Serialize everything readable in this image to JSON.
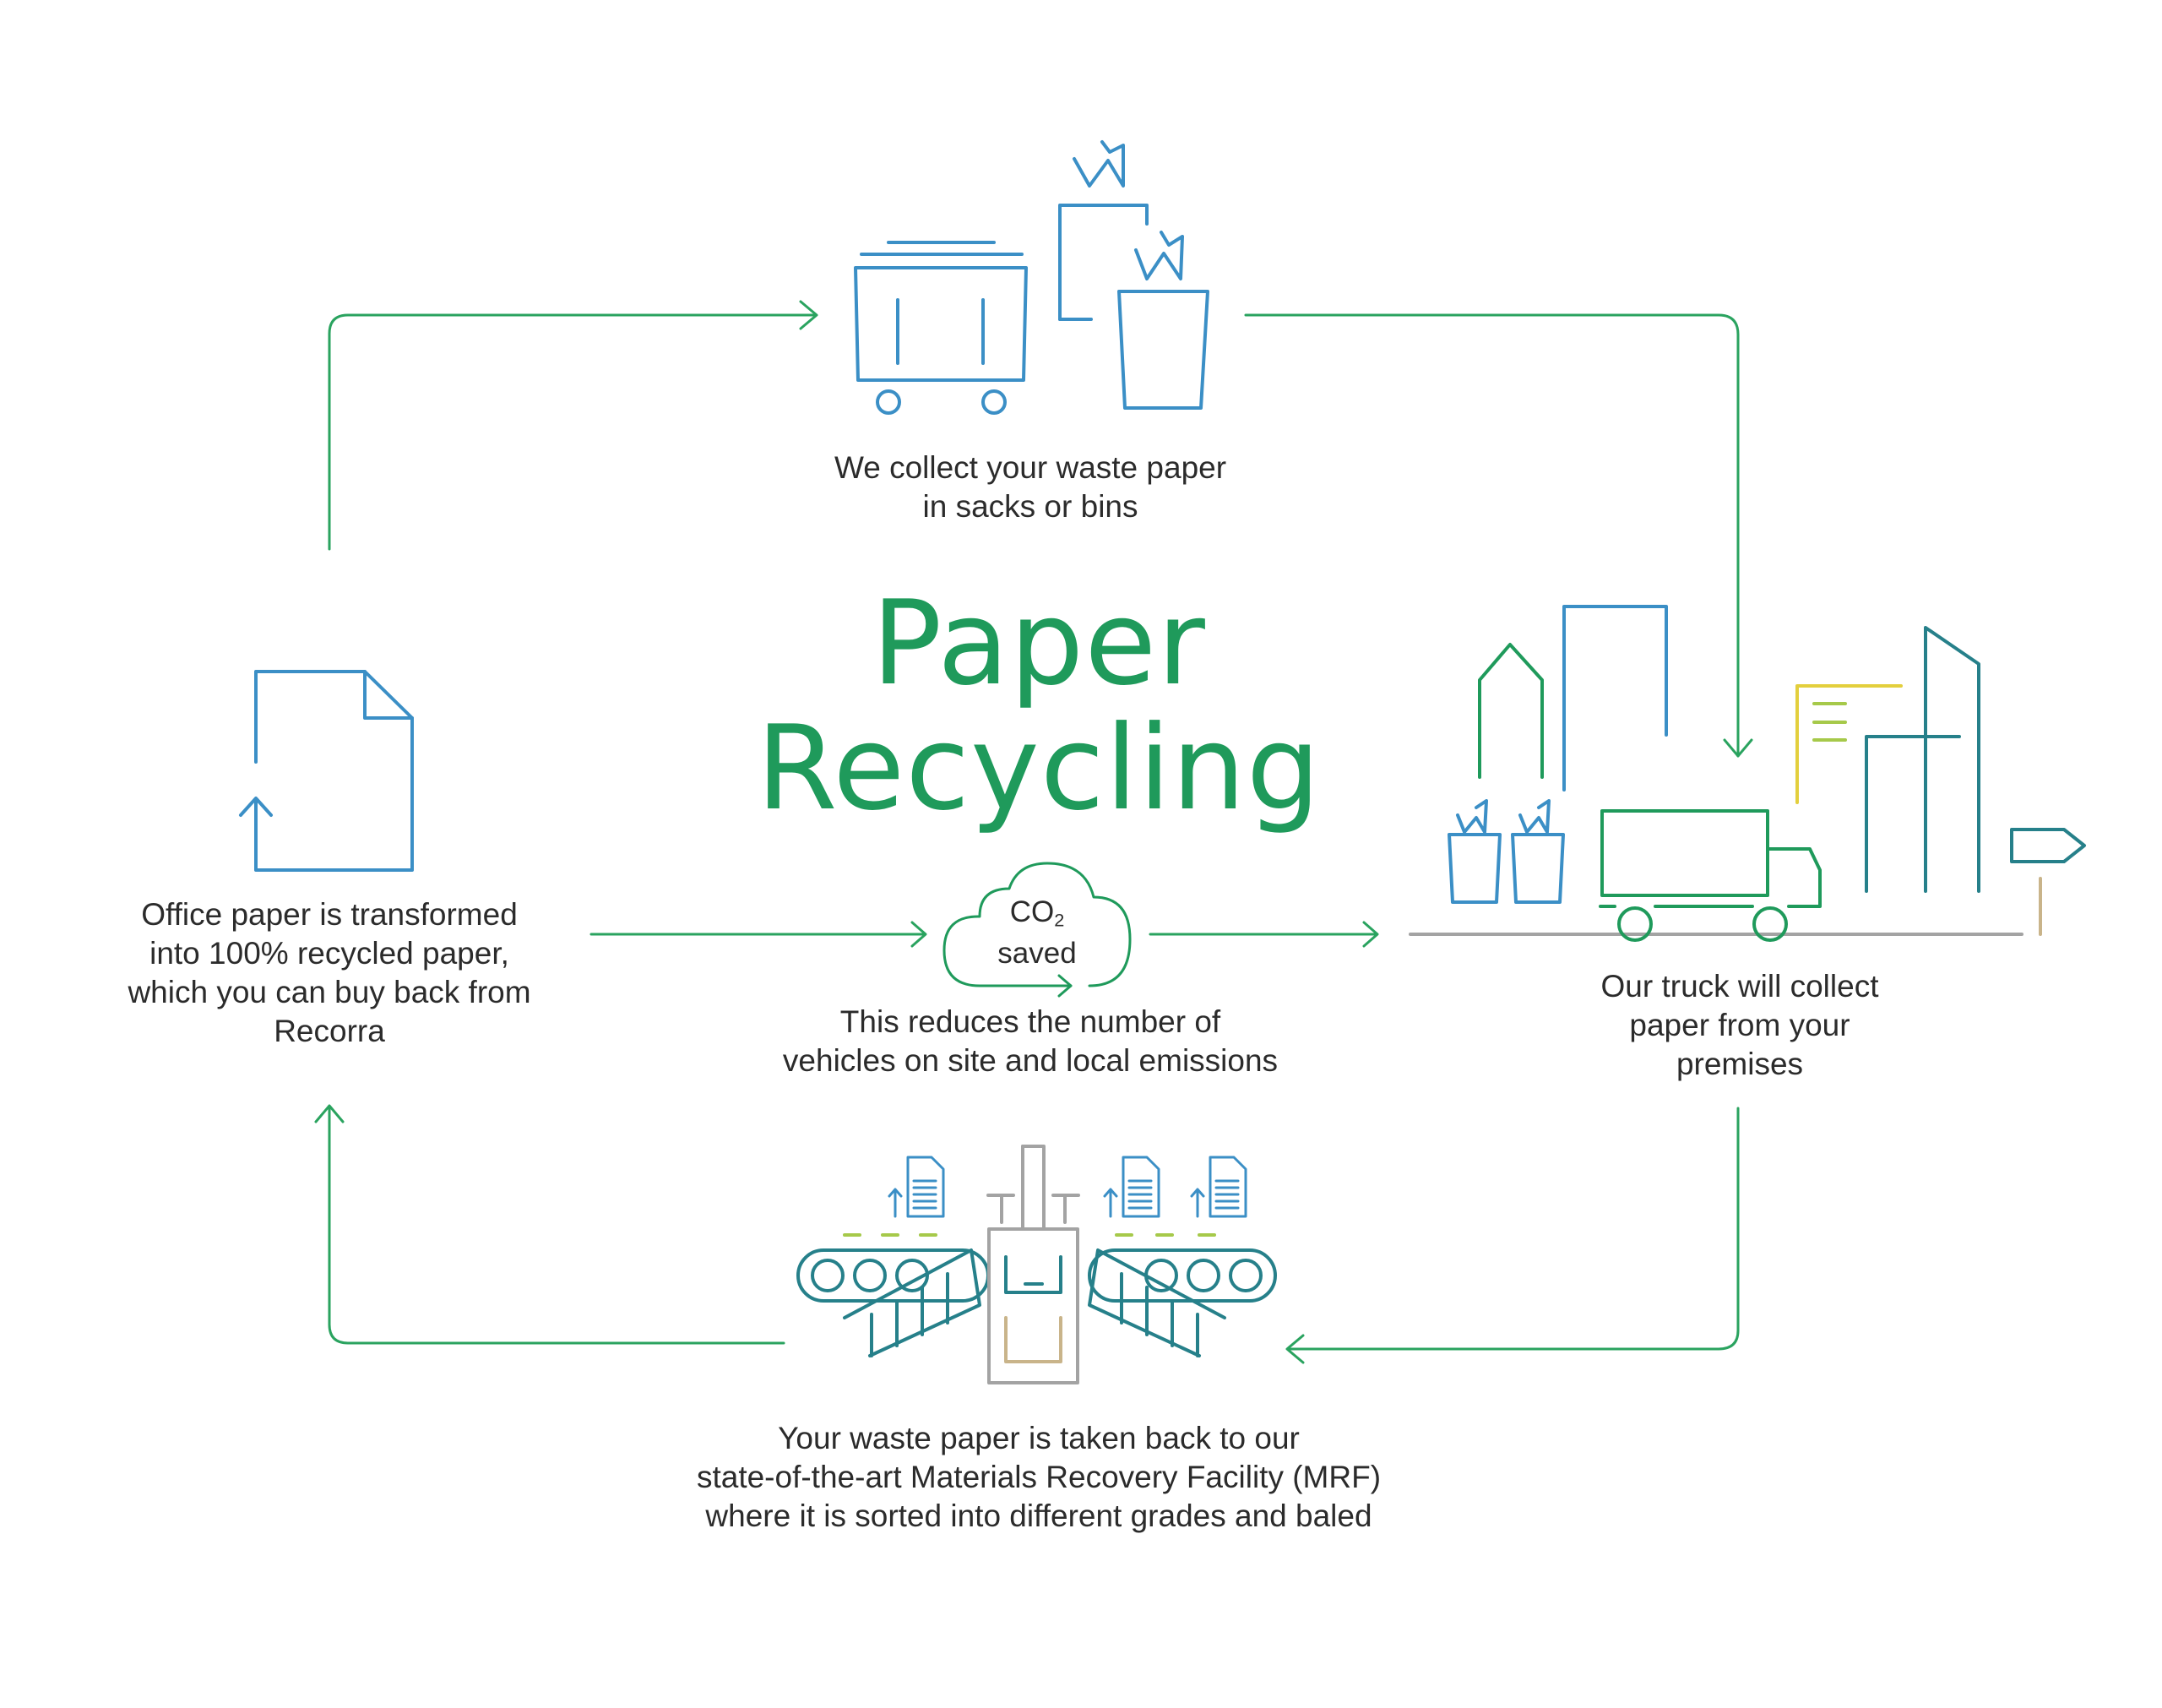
{
  "title": {
    "line1": "Paper",
    "line2": "Recycling"
  },
  "steps": {
    "collect": {
      "line1": "We collect your waste paper",
      "line2": "in sacks or bins"
    },
    "truck": {
      "line1": "Our truck will collect",
      "line2": "paper from your",
      "line3": "premises"
    },
    "mrf": {
      "line1": "Your waste paper is taken back to our",
      "line2": "state-of-the-art Materials Recovery Facility (MRF)",
      "line3": "where it is sorted into different grades and baled"
    },
    "office": {
      "line1": "Office paper is transformed",
      "line2": "into 100% recycled paper,",
      "line3": "which you can buy back from",
      "line4": "Recorra"
    },
    "emissions": {
      "line1": "This reduces the number of",
      "line2": "vehicles on site and local emissions"
    }
  },
  "co2_cloud": {
    "co": "CO",
    "sub": "2",
    "saved": "saved"
  },
  "icons": {
    "top": "bins-and-sacks-icon",
    "right": "city-truck-icon",
    "bottom": "sorting-facility-icon",
    "left": "recycled-document-icon",
    "center": "co2-cloud-icon"
  },
  "colors": {
    "green": "#1f9a5b",
    "arrow_green": "#2aa35f",
    "blue": "#3b8fc6",
    "teal": "#26808a",
    "yellow": "#e3cf3d",
    "lime": "#a6c94a",
    "grey": "#a3a3a3",
    "tan": "#c9b48a",
    "text": "#2b2b2b"
  }
}
